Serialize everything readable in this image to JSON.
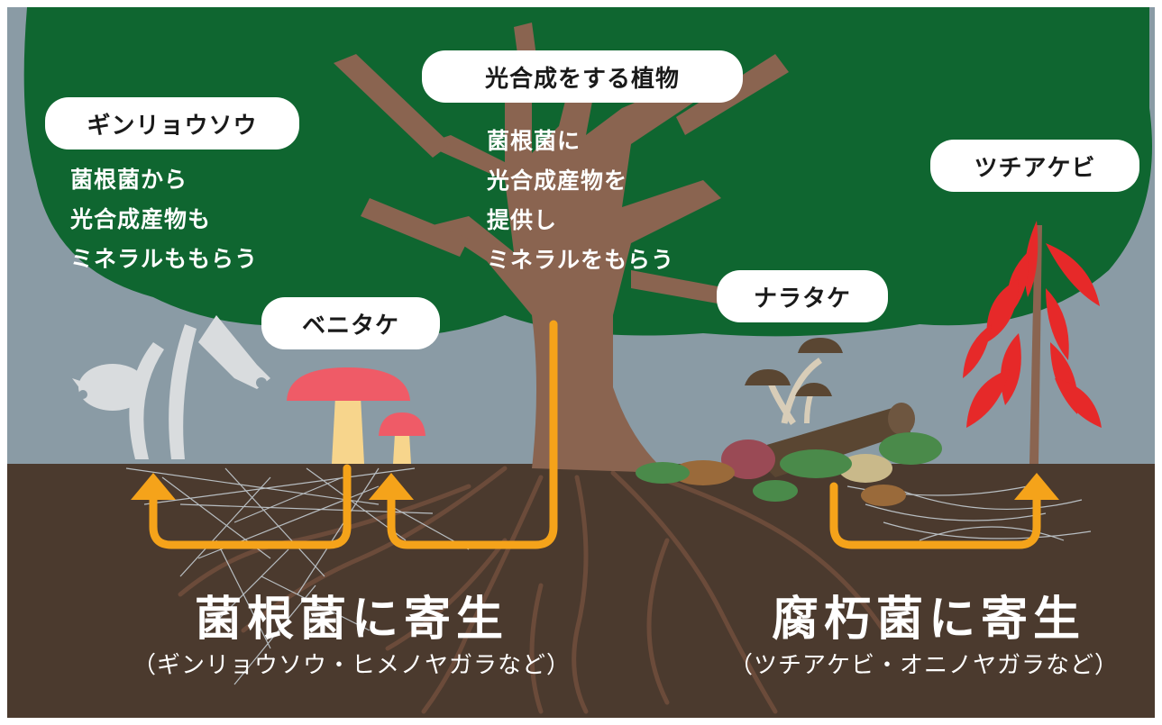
{
  "colors": {
    "sky": "#8a9ba5",
    "canopy": "#0f6630",
    "soil": "#4b3a2e",
    "trunk": "#8a6450",
    "arrow": "#f5a31a",
    "white": "#ffffff"
  },
  "labels": {
    "plant": "光合成をする植物",
    "ginryousou": "ギンリョウソウ",
    "benitake": "ベニタケ",
    "naratake": "ナラタケ",
    "tsuchiakebi": "ツチアケビ"
  },
  "notes": {
    "ginryousou": [
      "菌根菌から",
      "光合成産物も",
      "ミネラルももらう"
    ],
    "plant": [
      "菌根菌に",
      "光合成産物を",
      "提供し",
      "ミネラルをもらう"
    ]
  },
  "bottom": {
    "left_title": "菌根菌に寄生",
    "left_sub": "（ギンリョウソウ・ヒメノヤガラなど）",
    "right_title": "腐朽菌に寄生",
    "right_sub": "（ツチアケビ・オニノヤガラなど）"
  }
}
